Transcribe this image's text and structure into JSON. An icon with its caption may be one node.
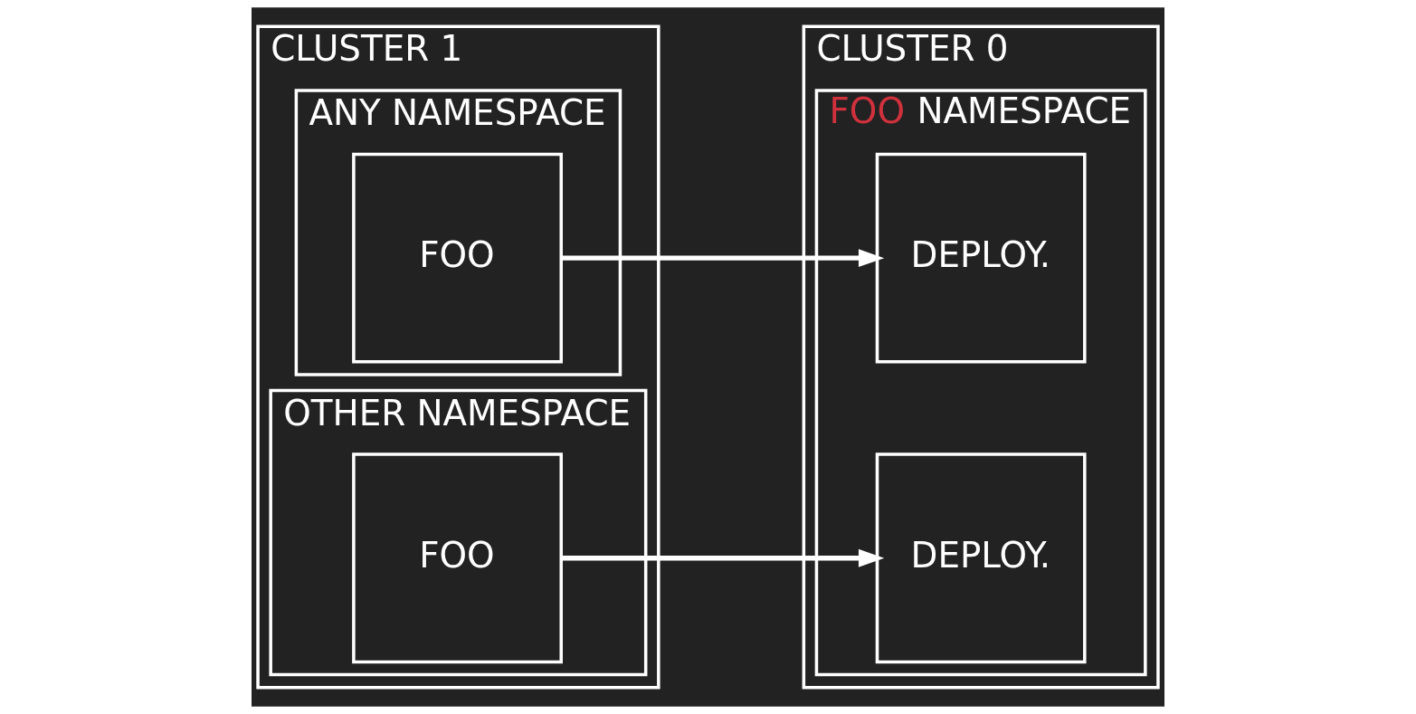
{
  "diagram": {
    "nodes": [
      {
        "text": [
          "CLUSTER 1"
        ]
      },
      {
        "text": [
          "ANY NAMESPACE"
        ],
        "in": 0
      },
      {
        "text": [
          "FOO"
        ],
        "in": 1
      },
      {
        "text": [
          "OTHER NAMESPACE"
        ],
        "in": 0
      },
      {
        "text": [
          "FOO"
        ],
        "in": 3
      },
      {
        "text": [
          "CLUSTER 0"
        ]
      },
      {
        "text": [
          "FOO NAMESPACE"
        ],
        "in": 5
      },
      {
        "text": [
          "DEPLOY."
        ],
        "in": 6
      },
      {
        "text": [
          "DEPLOY."
        ],
        "in": 6
      }
    ],
    "edges": [
      {
        "from": 2,
        "to": 7,
        "arrow": "to"
      },
      {
        "from": 4,
        "to": 8,
        "arrow": "to"
      }
    ]
  }
}
